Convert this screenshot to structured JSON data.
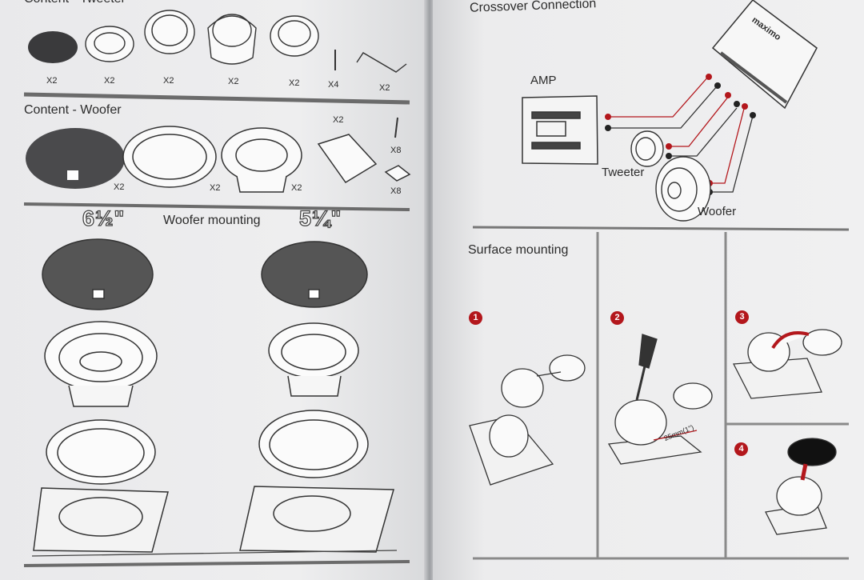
{
  "left": {
    "section_tweeter_title": "Content - Tweeter",
    "tweeter_qty": [
      "X2",
      "X2",
      "X2",
      "X2",
      "X2",
      "X4",
      "X2"
    ],
    "section_woofer_title": "Content - Woofer",
    "woofer_qty": [
      "X2",
      "X2",
      "X2",
      "X2",
      "X8",
      "X8"
    ],
    "woofer_mounting_label": "Woofer mounting",
    "size_large": "6½\"",
    "size_small": "5¼\""
  },
  "right": {
    "crossover_title": "Crossover Connection",
    "amp_label": "AMP",
    "tweeter_label": "Tweeter",
    "woofer_label": "Woofer",
    "crossover_brand": "maximo",
    "surface_mounting_title": "Surface mounting",
    "steps": [
      "1",
      "2",
      "3",
      "4"
    ],
    "dimension_label": "25mm(1\")"
  },
  "colors": {
    "wire_red": "#b3171c",
    "badge_red": "#b3171c",
    "ink": "#2b2b2b"
  }
}
